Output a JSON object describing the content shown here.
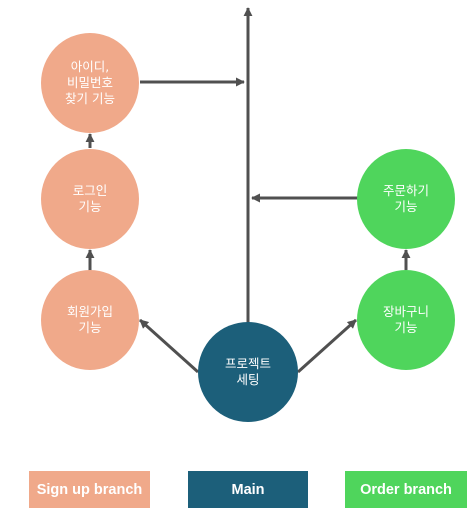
{
  "colors": {
    "signup": "#f0a98a",
    "main": "#1c5f7a",
    "order": "#4fd55c",
    "arrow": "#505050"
  },
  "nodes": {
    "find_id_pw": "아이디,\n비밀번호\n찾기 기능",
    "login": "로그인\n기능",
    "signup": "회원가입\n기능",
    "project_setting": "프로젝트\n세팅",
    "order": "주문하기\n기능",
    "cart": "장바구니\n기능"
  },
  "legend": {
    "signup": "Sign up branch",
    "main": "Main",
    "order": "Order branch"
  }
}
